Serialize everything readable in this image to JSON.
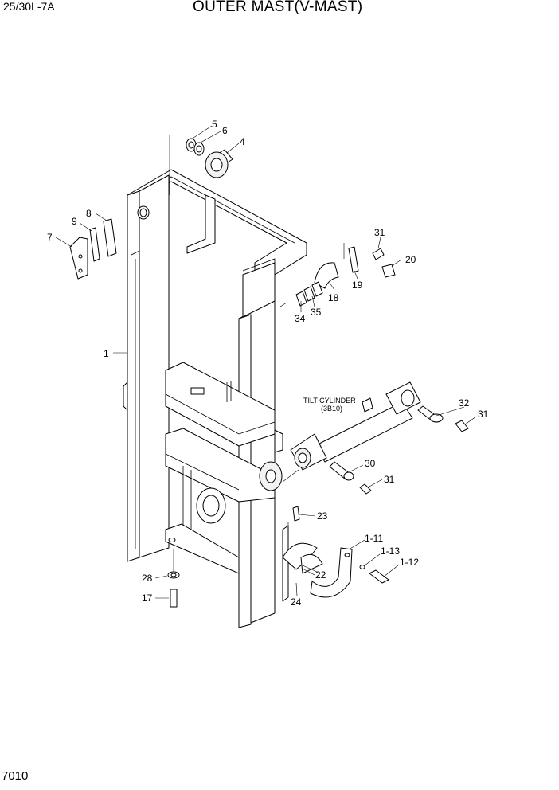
{
  "header": {
    "model": "25/30L-7A",
    "title": "OUTER MAST(V-MAST)"
  },
  "footer": {
    "page_number": "7010"
  },
  "reference": {
    "name": "TILT CYLINDER",
    "code": "(3B10)"
  },
  "callouts": [
    "1",
    "4",
    "5",
    "6",
    "7",
    "8",
    "9",
    "18",
    "19",
    "20",
    "31",
    "34",
    "35",
    "32",
    "31",
    "30",
    "31",
    "23",
    "1-11",
    "1-13",
    "1-12",
    "22",
    "24",
    "28",
    "17"
  ]
}
